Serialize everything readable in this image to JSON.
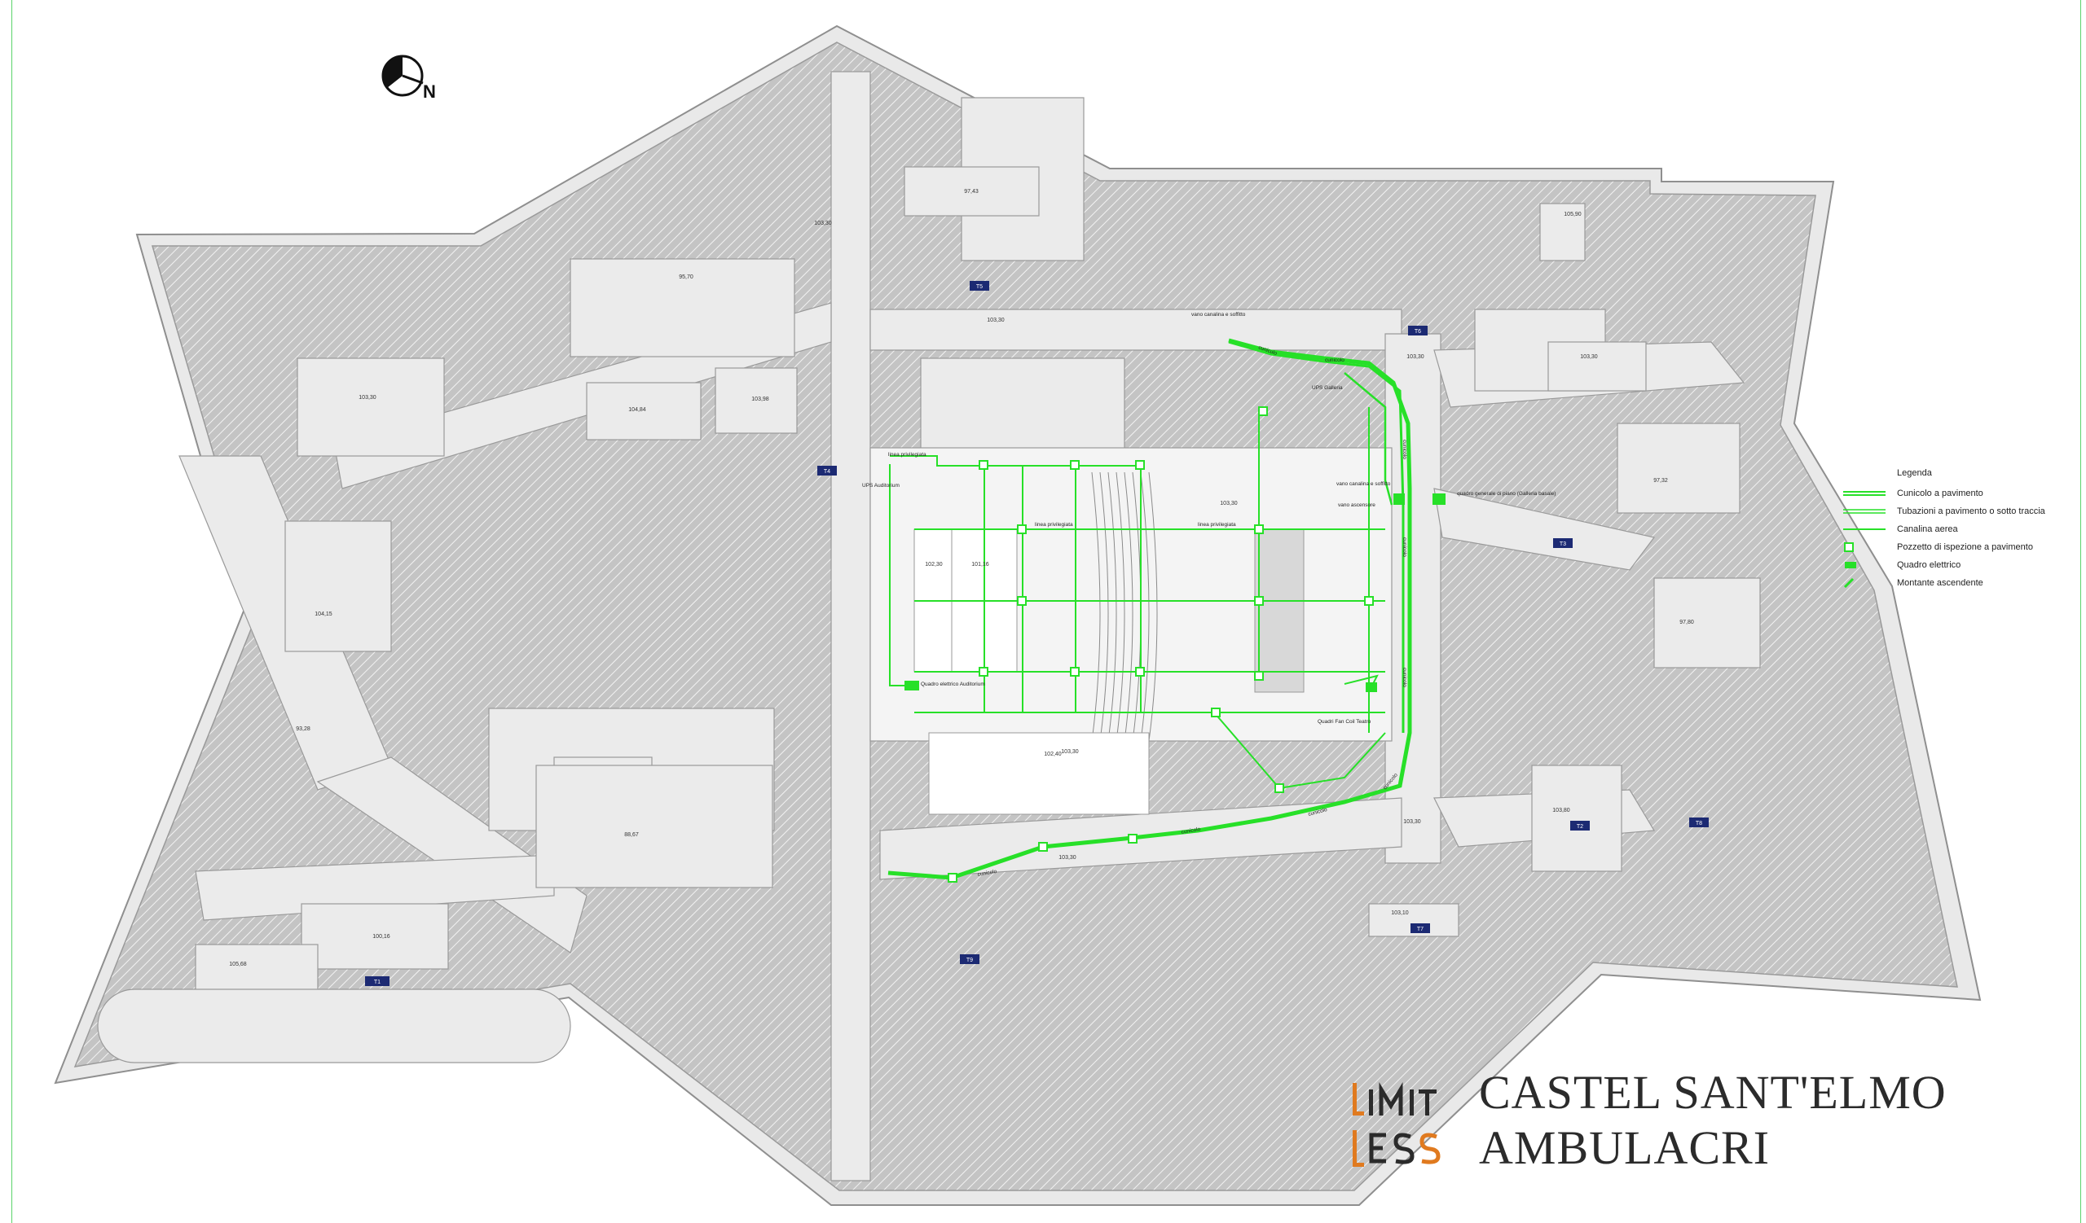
{
  "colors": {
    "network_green": "#27e028",
    "hatch_gray": "#b9b9b9",
    "wall_gray": "#d6d6d6",
    "outline_gray": "#9a9a9a",
    "room_white": "#ffffff",
    "frame_green": "#5bd36a",
    "tag_blue": "#1c2a73",
    "logo_orange": "#e07a1f",
    "logo_dark": "#2b2b2b"
  },
  "north_arrow": {
    "label": "N",
    "icon": "north-arrow-icon"
  },
  "legend": {
    "title": "Legenda",
    "items": [
      {
        "label": "Cunicolo a pavimento",
        "symbol": "double-line"
      },
      {
        "label": "Tubazioni a pavimento o sotto traccia",
        "symbol": "double-line"
      },
      {
        "label": "Canalina aerea",
        "symbol": "single-line"
      },
      {
        "label": "Pozzetto di ispezione a pavimento",
        "symbol": "square-outline"
      },
      {
        "label": "Quadro elettrico",
        "symbol": "filled-rect"
      },
      {
        "label": "Montante ascendente",
        "symbol": "diagonal-arrow"
      }
    ]
  },
  "title_block": {
    "logo_top": [
      "L",
      "I",
      "M",
      "I",
      "T"
    ],
    "logo_bottom": [
      "L",
      "E",
      "S",
      "S"
    ],
    "title": "CASTEL SANT'ELMO",
    "subtitle": "AMBULACRI"
  },
  "room_elevations": [
    "103,30",
    "97,43",
    "95,70",
    "103,30",
    "103,98",
    "104,84",
    "103,30",
    "103,30",
    "103,30",
    "103,30",
    "105,90",
    "97,32",
    "102,30",
    "101,16",
    "103,30",
    "102,40",
    "104,15",
    "93,28",
    "88,67",
    "97,80",
    "103,80",
    "103,30",
    "103,30",
    "103,10",
    "100,16",
    "105,68"
  ],
  "network_labels": [
    "vano canalina e soffitto",
    "cunicolo",
    "cunicolo",
    "UPS Galleria",
    "cunicolo",
    "linea privilegiata",
    "UPS Auditorium",
    "linea privilegiata",
    "linea privilegiata",
    "vano canalina e soffitto",
    "vano ascensore",
    "quadro generale di piano (Galleria basale)",
    "cunicolo",
    "Quadro elettrico Auditorium",
    "Quadri Fan Coil Teatro",
    "cunicolo",
    "cunicolo",
    "cunicolo",
    "cunicolo",
    "cunicolo"
  ],
  "tags": [
    "T5",
    "T6",
    "T4",
    "T3",
    "T2",
    "T8",
    "T7",
    "T1",
    "T9"
  ]
}
